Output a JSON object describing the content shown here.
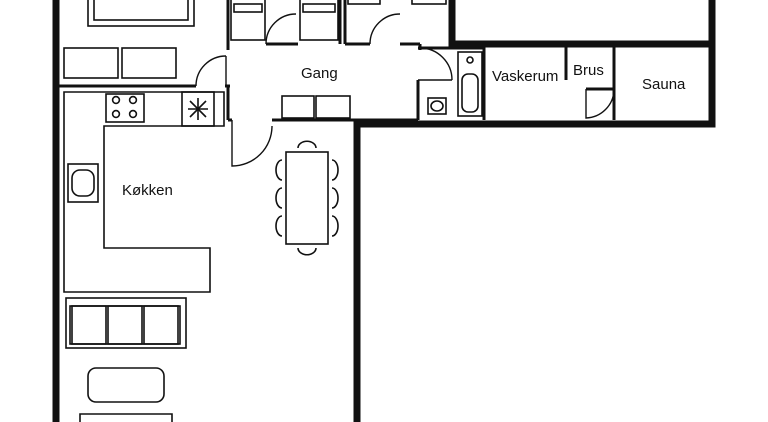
{
  "floorplan": {
    "rooms": {
      "gang": "Gang",
      "kokken": "Køkken",
      "vaskerum": "Vaskerum",
      "brus": "Brus",
      "sauna": "Sauna"
    },
    "colors": {
      "wall": "#111111",
      "fixture_stroke": "#111111",
      "background": "#ffffff"
    }
  }
}
